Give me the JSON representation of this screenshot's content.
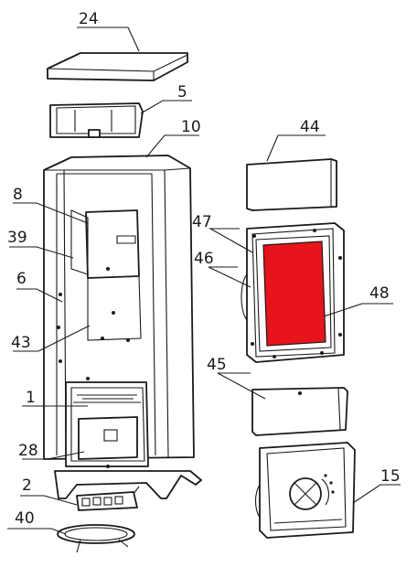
{
  "highlight_color": "#e8141b",
  "labels": {
    "p24": "24",
    "p5": "5",
    "p10": "10",
    "p44": "44",
    "p8": "8",
    "p47": "47",
    "p39": "39",
    "p46": "46",
    "p6": "6",
    "p48": "48",
    "p43": "43",
    "p45": "45",
    "p1": "1",
    "p28": "28",
    "p15": "15",
    "p2": "2",
    "p40": "40"
  }
}
